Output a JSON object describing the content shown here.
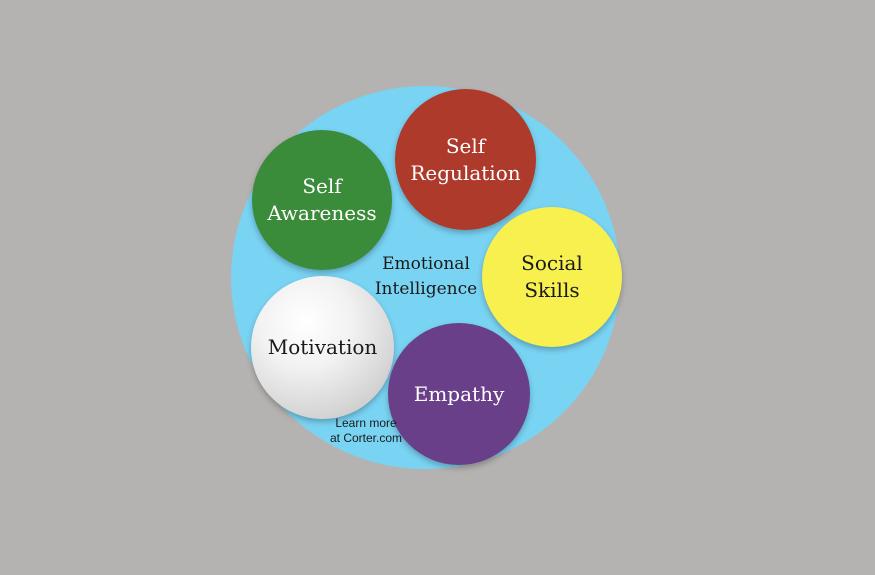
{
  "diagram": {
    "center_label": "Emotional\nIntelligence",
    "footer_note": "Learn more\nat Corter.com",
    "background_color": "#b4b3b1",
    "outer_circle_color": "#79d3f3",
    "nodes": [
      {
        "label": "Self\nAwareness",
        "color": "#3b8c3a",
        "text_color": "#ffffff"
      },
      {
        "label": "Self\nRegulation",
        "color": "#ae3a2c",
        "text_color": "#ffffff"
      },
      {
        "label": "Social\nSkills",
        "color": "#f7f04e",
        "text_color": "#1a1a1a"
      },
      {
        "label": "Motivation",
        "color": "#e6e6e6",
        "text_color": "#1a1a1a"
      },
      {
        "label": "Empathy",
        "color": "#6a3f8a",
        "text_color": "#ffffff"
      }
    ]
  }
}
